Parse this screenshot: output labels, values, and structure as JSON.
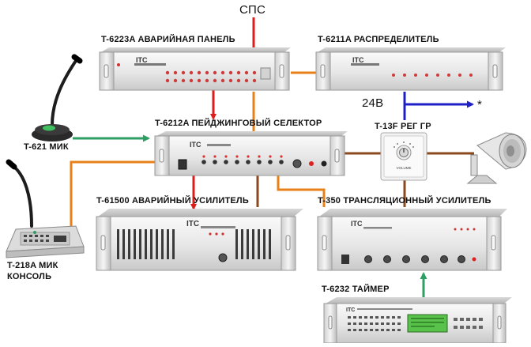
{
  "diagram": {
    "labels": {
      "sps": "СПС",
      "panel": "T-6223A  АВАРИЙНАЯ ПАНЕЛЬ",
      "distributor": "T-6211A  РАСПРЕДЕЛИТЕЛЬ",
      "paging_selector": "T-6212A ПЕЙДЖИНГОВЫЙ СЕЛЕКТОР",
      "mic": "T-621 МИК",
      "voltage": "24В",
      "star": "*",
      "volume_control": "T-13F РЕГ ГР",
      "emergency_amp": "T-61500 АВАРИЙНЫЙ  УСИЛИТЕЛЬ",
      "broadcast_amp": "T-350 ТРАНСЛЯЦИОННЫЙ  УСИЛИТЕЛЬ",
      "console_line1": "T-218A МИК",
      "console_line2": "КОНСОЛЬ",
      "timer": "T-6232 ТАЙМЕР"
    },
    "device_brand": "ITC",
    "knob_label": "VOLUME",
    "colors": {
      "red": "#dd1c1c",
      "orange": "#e8801a",
      "brown": "#8a4a1e",
      "green": "#2f9e63",
      "blue": "#1f1fc8",
      "device_body": "#e9e9e9",
      "display": "#59c24a"
    }
  }
}
